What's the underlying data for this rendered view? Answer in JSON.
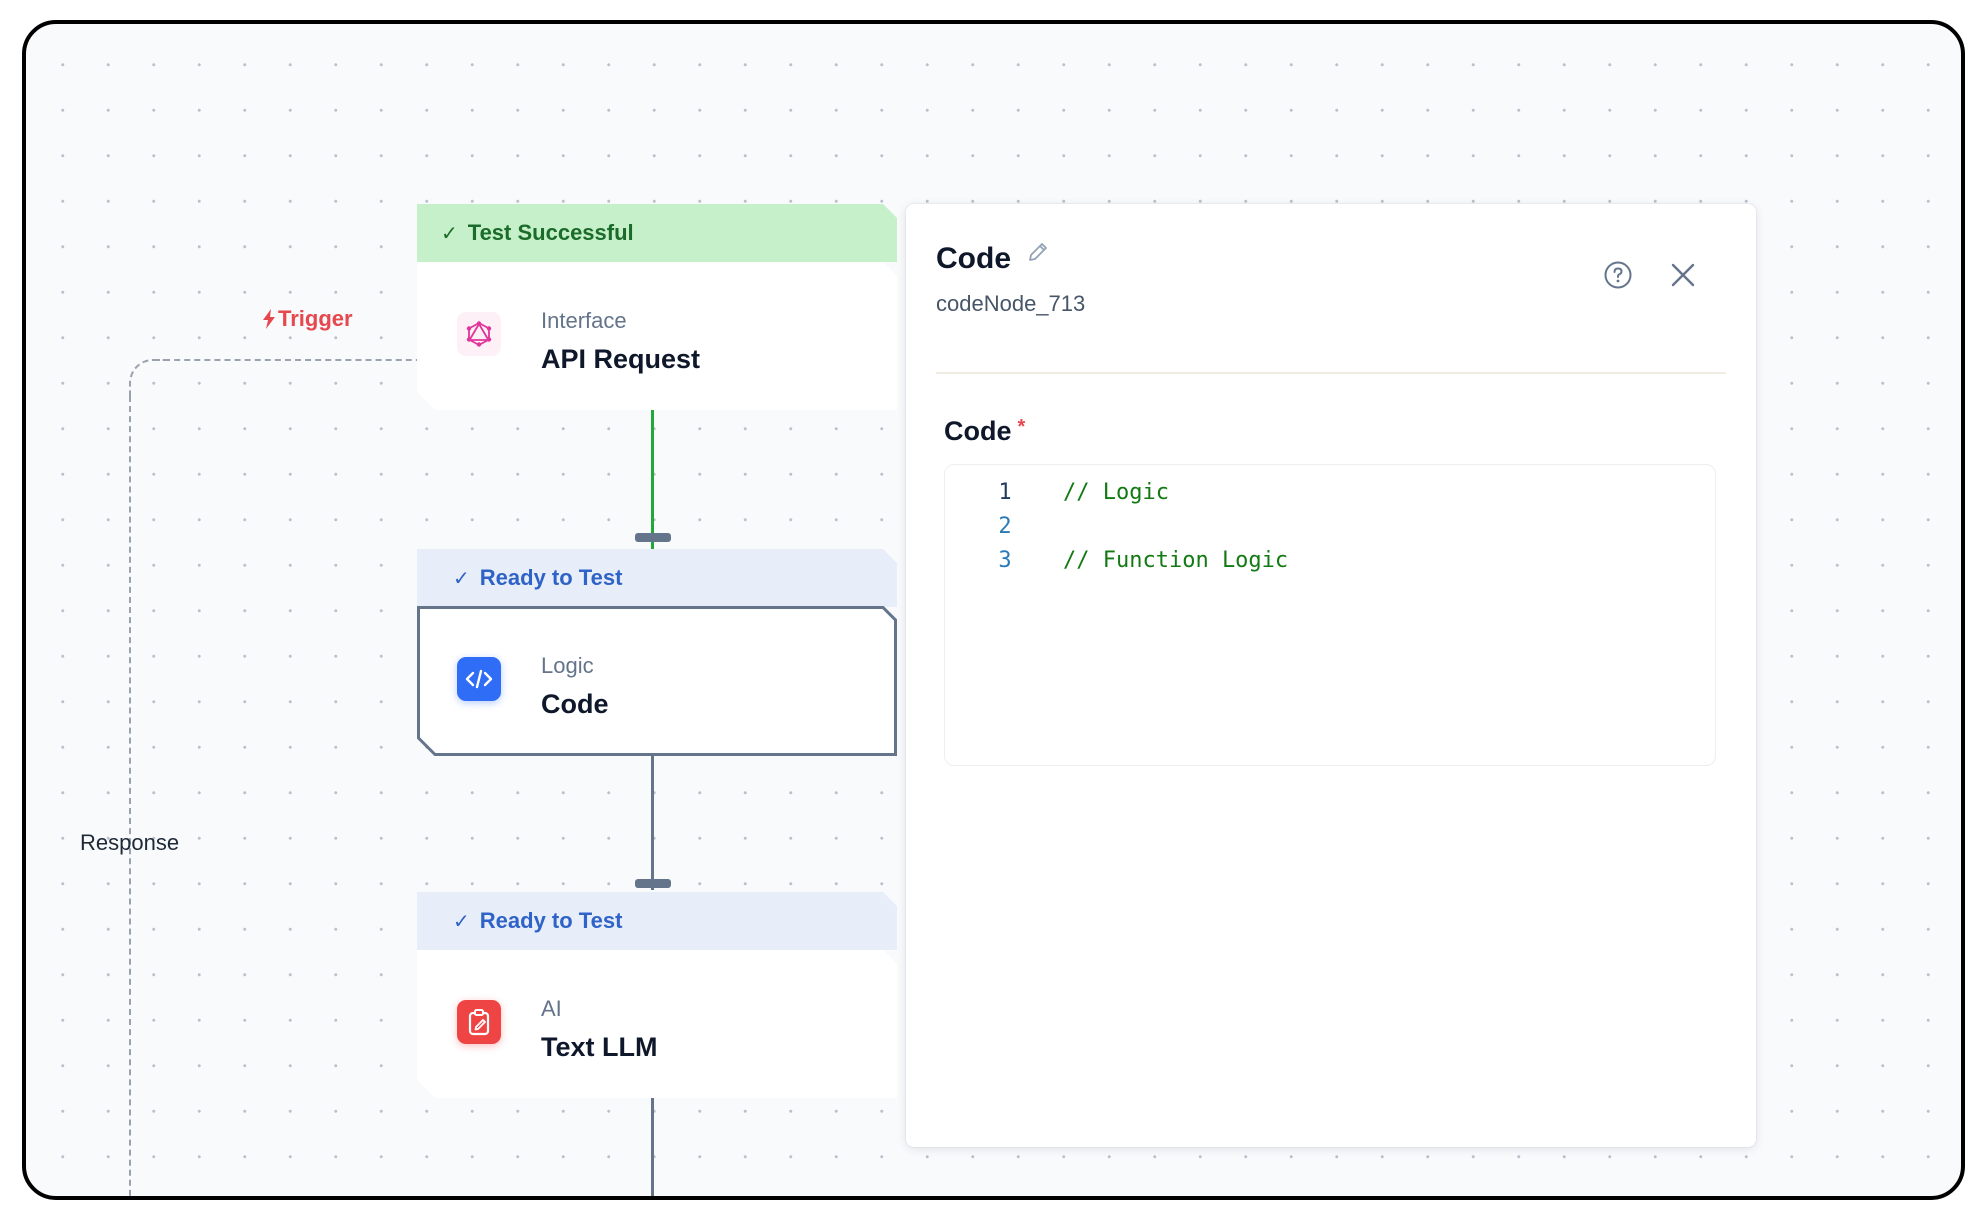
{
  "canvas": {
    "trigger_label": "Trigger",
    "response_label": "Response"
  },
  "nodes": [
    {
      "status": "Test Successful",
      "category": "Interface",
      "title": "API Request"
    },
    {
      "status": "Ready to Test",
      "category": "Logic",
      "title": "Code"
    },
    {
      "status": "Ready to Test",
      "category": "AI",
      "title": "Text LLM"
    }
  ],
  "panel": {
    "title": "Code",
    "node_id": "codeNode_713",
    "field_label": "Code",
    "required_mark": "*",
    "code_lines": [
      {
        "num": "1",
        "text": "// Logic"
      },
      {
        "num": "2",
        "text": ""
      },
      {
        "num": "3",
        "text": "// Function Logic"
      }
    ]
  },
  "colors": {
    "success_bg": "#c5f0c9",
    "success_text": "#1b6b2a",
    "ready_bg": "#e8eef9",
    "ready_text": "#2f63c7",
    "trigger": "#e5484d",
    "code_comment": "#137a13",
    "logic_icon": "#2f6df6",
    "ai_icon": "#ef4444",
    "interface_icon": "#e0359a"
  }
}
